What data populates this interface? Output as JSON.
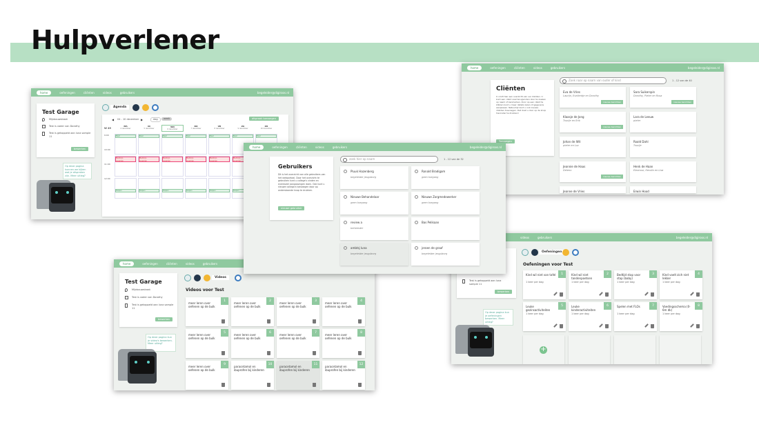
{
  "page": {
    "title": "Hulpverlener"
  },
  "nav": {
    "home": "home",
    "items": [
      "oefeningen",
      "cliënten",
      "videos",
      "gebruikers"
    ],
    "user": "begeleider@digiroos.nl"
  },
  "agenda": {
    "title": "Test Garage",
    "address": "Mijnbouwstraat",
    "line1": "Test is vader van Dorothy",
    "line2": "Test is gekoppeld aan luna sample 11",
    "edit": "bewerken",
    "tab": "Agenda",
    "week": "04 - 10 december",
    "view_day": "dag",
    "view_week": "week",
    "add": "afspraak toevoegen",
    "days": [
      {
        "d": "MA",
        "n": "4 december"
      },
      {
        "d": "DI",
        "n": "5 december"
      },
      {
        "d": "WO",
        "n": "6 december"
      },
      {
        "d": "DO",
        "n": "7 december"
      },
      {
        "d": "VR",
        "n": "8 december"
      },
      {
        "d": "ZA",
        "n": "9 december"
      },
      {
        "d": "ZO",
        "n": "10 december"
      }
    ],
    "times": [
      "9:00",
      "10:00",
      "11:00",
      "12:00"
    ],
    "corner": "W 49",
    "ev": "Naar",
    "ev_red": "Medicijn",
    "ev_red2": "innemen",
    "ev_low": "Slapen",
    "bubble": "Op deze pagina kunnen we kijken wat je afspraken zijn. Meer uitleg?"
  },
  "clienten": {
    "title": "Cliënten",
    "desc": "U vindt hier een overzicht van uw cliënten. U kunt een cliënt snel terugvinden door te zoeken op naam of kenmerken. Door op een cliënt te klikken kunt u meer details lezen of gegevens aanpassen. Natuurlijk kunt u ook nieuwe cliënten toevoegen. Dat doet u door op de knop hieronder te drukken!",
    "add": "Toevoegen",
    "search": "Zoek naar op naam van ouder of kind",
    "count": "1 - 12 van de 40",
    "tag": "nieuwe berichten",
    "rows": [
      {
        "name": "Eva de Vries",
        "sub": "Laurijn, Evelientje en Dorothy",
        "tag": true
      },
      {
        "name": "Sara Suikerspin",
        "sub": "Dorothy, Pieter en Rosa",
        "tag": true
      },
      {
        "name": "Klaasje de Jong",
        "sub": "Tourije en Erik",
        "tag": true
      },
      {
        "name": "Lara de Leeuw",
        "sub": "pieter",
        "tag": false
      },
      {
        "name": "Johan de Wit",
        "sub": "pieter en Luc",
        "tag": false
      },
      {
        "name": "Roald Dahl",
        "sub": "Tourije",
        "tag": false
      },
      {
        "name": "Jeannie de Haas",
        "sub": "Deleno",
        "tag": true
      },
      {
        "name": "Henk de Haan",
        "sub": "Eleanour, Hendin en Lisa",
        "tag": false
      },
      {
        "name": "Jeanne de Vries",
        "sub": "",
        "tag": false
      },
      {
        "name": "Erwin Hood",
        "sub": "",
        "tag": false
      }
    ]
  },
  "gebruikers": {
    "title": "Gebruikers",
    "desc": "Dit is het overzicht van alle gebruikers van het webportaal. Door het overzicht te gebruiken kunt u collega's vinden en eventueel aanpassingen doen. Ook kunt u nieuwe collega's toevoegen door op onderstaande knop te drukken.",
    "add": "nieuwe gebruiker",
    "search": "zoek hier op naam",
    "count": "1 - 12 van de 32",
    "rows": [
      {
        "name": "Pluuk Hazenberg",
        "role": "begeleider jeugdzorg"
      },
      {
        "name": "Ronald Bradigam",
        "role": "geen toegang"
      },
      {
        "name": "Nieuwe Behandelaar",
        "role": "geen toegang"
      },
      {
        "name": "Nieuwe Zorgmedewerker",
        "role": "geen toegang"
      },
      {
        "name": "review a",
        "role": "beheerder"
      },
      {
        "name": "Bas Pelikaan",
        "role": ""
      },
      {
        "name": "ambtsj luna",
        "role": "begeleider jeugdzorg"
      },
      {
        "name": "jeroen de graaf",
        "role": "begeleider jeugdzorg"
      }
    ]
  },
  "videos": {
    "title": "Test Garage",
    "address": "Mijnbouwstraat",
    "line1": "Test is vader van Dorothy",
    "line2": "Test is gekoppeld aan luna sample 11",
    "edit": "bewerken",
    "tab": "Videos",
    "heading": "Videos voor Test",
    "bubble": "Op deze pagina kun je video's bewerken. Meer uitleg?",
    "items": [
      {
        "n": "1",
        "t": "meer leren over oefenen op de bulk"
      },
      {
        "n": "2",
        "t": "meer leren over oefenen op de bulk"
      },
      {
        "n": "3",
        "t": "meer leren over oefenen op de bulk"
      },
      {
        "n": "4",
        "t": "meer leren over oefenen op de bulk"
      },
      {
        "n": "5",
        "t": "meer leren over oefenen op de bulk"
      },
      {
        "n": "6",
        "t": "meer leren over oefenen op de bulk"
      },
      {
        "n": "7",
        "t": "meer leren over oefenen op de bulk"
      },
      {
        "n": "8",
        "t": "meer leren over oefenen op de bulk"
      },
      {
        "n": "9",
        "t": "meer leren over oefenen op de bulk"
      },
      {
        "n": "10",
        "t": "paracetamol en ibuprofen bij kinderen"
      },
      {
        "n": "11",
        "t": "paracetamol en ibuprofen bij kinderen"
      },
      {
        "n": "12",
        "t": "paracetamol en ibuprofen bij kinderen"
      }
    ]
  },
  "oefeningen": {
    "tab": "Oefeningen",
    "heading": "Oefeningen voor Test",
    "line2": "Test is gekoppeld aan luna sample 11",
    "edit": "bewerken",
    "bubble": "Op deze pagina kun je oefeningen bewerken. Meer uitleg?",
    "nav_items": [
      "videos",
      "gebruikers"
    ],
    "items": [
      {
        "n": "1",
        "t": "Kind wil niet van tafel",
        "f": "1 keer per dag"
      },
      {
        "n": "2",
        "t": "Kind wil niet tandenpoetsen",
        "f": "1 keer per dag"
      },
      {
        "n": "3",
        "t": "Bedtijd stap voor stap (baby)",
        "f": "1 keer per dag"
      },
      {
        "n": "4",
        "t": "Kind voelt zich niet lekker",
        "f": "1 keer per dag"
      },
      {
        "n": "5",
        "t": "Leuke gezinsactiviteiten",
        "f": "1 keer per dag"
      },
      {
        "n": "6",
        "t": "Leuke kinderactiviteiten",
        "f": "1 keer per dag"
      },
      {
        "n": "7",
        "t": "Spelen met FLOs",
        "f": "1 keer per dag"
      },
      {
        "n": "8",
        "t": "Voedingsschema (0-6m dk)",
        "f": "1 keer per dag"
      }
    ]
  }
}
